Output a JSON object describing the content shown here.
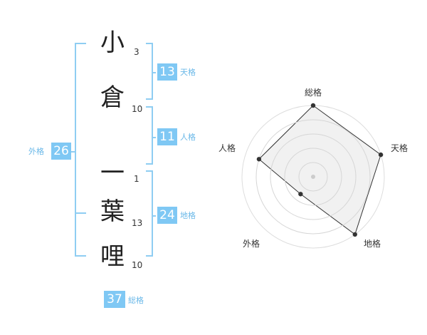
{
  "name": {
    "surname": [
      {
        "char": "小",
        "strokes": "3"
      },
      {
        "char": "倉",
        "strokes": "10"
      }
    ],
    "given": [
      {
        "char": "一",
        "strokes": "1"
      },
      {
        "char": "葉",
        "strokes": "13"
      },
      {
        "char": "哩",
        "strokes": "10"
      }
    ]
  },
  "fortunes": {
    "tenkaku": {
      "label": "天格",
      "value": "13"
    },
    "jinkaku": {
      "label": "人格",
      "value": "11"
    },
    "chikaku": {
      "label": "地格",
      "value": "24"
    },
    "gaikaku": {
      "label": "外格",
      "value": "26"
    },
    "soukaku": {
      "label": "総格",
      "value": "37"
    }
  },
  "colors": {
    "accent": "#7fc8f4",
    "accent_text": "#6ab8e8",
    "bracket": "#8fcdf2",
    "radar_fill": "#efefef",
    "radar_line": "#333333",
    "ring": "#dddddd"
  },
  "chart_data": {
    "type": "radar",
    "axes": [
      "総格",
      "天格",
      "地格",
      "外格",
      "人格"
    ],
    "values": [
      5,
      5,
      5,
      1.5,
      4
    ],
    "range": [
      0,
      5
    ],
    "rings": 5
  }
}
